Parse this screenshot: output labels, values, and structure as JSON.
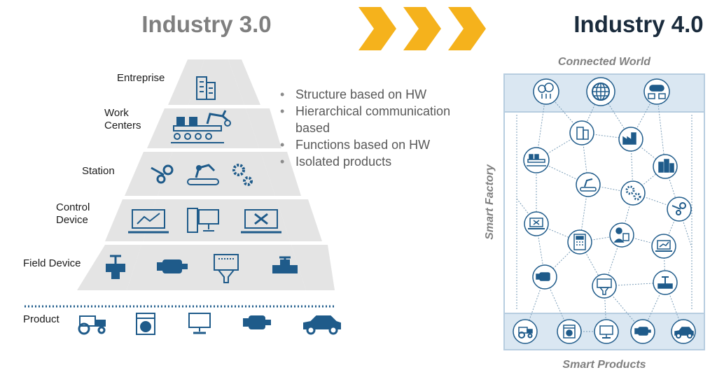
{
  "left": {
    "title": "Industry 3.0",
    "levels": [
      {
        "label": "Entreprise"
      },
      {
        "label_line1": "Work",
        "label_line2": "Centers"
      },
      {
        "label": "Station"
      },
      {
        "label_line1": "Control",
        "label_line2": "Device"
      },
      {
        "label": "Field Device"
      }
    ],
    "product_label": "Product",
    "bullets": [
      "Structure based on HW",
      "Hierarchical communication based",
      "Functions based on HW",
      "Isolated products"
    ]
  },
  "right": {
    "title": "Industry 4.0",
    "top_label": "Connected World",
    "side_label": "Smart Factory",
    "bottom_label": "Smart Products"
  },
  "colors": {
    "icon": "#1f5b8a",
    "arrow": "#f5b21c",
    "pyramid": "#e4e4e4",
    "network_border": "#b7cde0",
    "network_band": "#dae7f2",
    "title_grey": "#7f7f7f",
    "title_dark": "#1a2b3c"
  },
  "icons": {
    "pyramid": {
      "entreprise": [
        "building-icon"
      ],
      "work_centers": [
        "conveyor-robot-icon"
      ],
      "station": [
        "steam-icon",
        "robot-arm-icon",
        "gears-icon"
      ],
      "control_device": [
        "laptop-chart-icon",
        "desktop-computer-icon",
        "laptop-tools-icon"
      ],
      "field_device": [
        "valve-icon",
        "motor-icon",
        "sensor-icon",
        "pipe-valve-icon"
      ]
    },
    "products": [
      "tractor-icon",
      "washing-machine-icon",
      "monitor-icon",
      "engine-icon",
      "car-icon"
    ]
  }
}
